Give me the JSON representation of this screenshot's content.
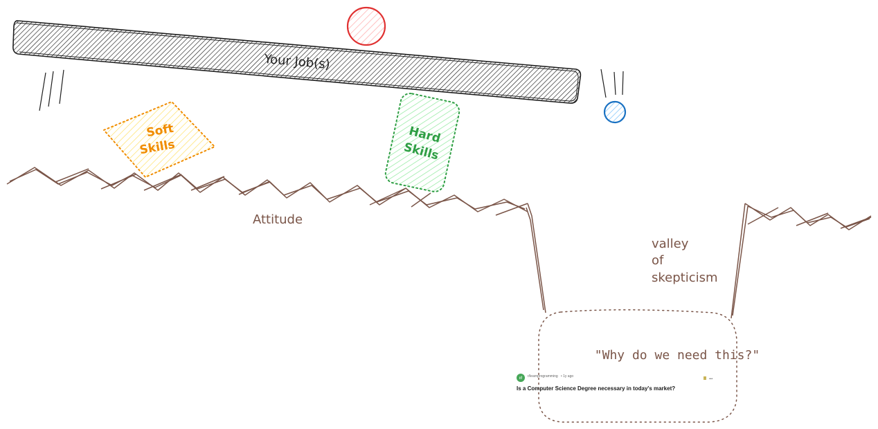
{
  "labels": {
    "job": "Your Job(s)",
    "soft_skills_line1": "Soft",
    "soft_skills_line2": "Skills",
    "hard_skills_line1": "Hard",
    "hard_skills_line2": "Skills",
    "attitude": "Attitude",
    "valley_line1": "valley",
    "valley_line2": "of",
    "valley_line3": "skepticism",
    "quote": "\"Why do we need this?\""
  },
  "reddit_post": {
    "subreddit": "r/learnprogramming",
    "meta": "• 1y ago",
    "icon_text": "r/",
    "title": "Is a Computer Science Degree necessary in today's market?",
    "more": "•••"
  },
  "colors": {
    "plank": "#1e1e1e",
    "red_ball": "#e03131",
    "blue_ball": "#1971c2",
    "soft": "#f08c00",
    "soft_fill": "#ffec99",
    "hard": "#2f9e44",
    "hard_fill": "#b2f2bb",
    "terrain": "#7a5548"
  }
}
